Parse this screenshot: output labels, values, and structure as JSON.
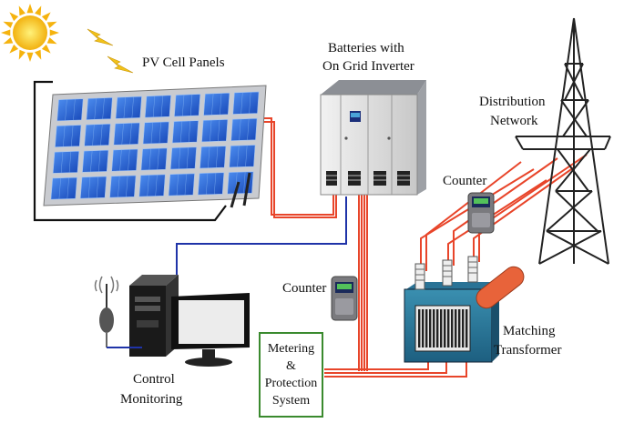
{
  "labels": {
    "pv_panels": "PV Cell Panels",
    "batteries_line1": "Batteries with",
    "batteries_line2": "On Grid Inverter",
    "distribution_line1": "Distribution",
    "distribution_line2": "Network",
    "counter_top": "Counter",
    "counter_mid": "Counter",
    "transformer_line1": "Matching",
    "transformer_line2": "Transformer",
    "control_line1": "Control",
    "control_line2": "Monitoring",
    "metering_line1": "Metering",
    "metering_line2": "&",
    "metering_line3": "Protection",
    "metering_line4": "System"
  },
  "colors": {
    "power_line": "#e8452a",
    "data_line": "#1f33a8",
    "box_border": "#3a8a2e",
    "panel_cell": "#1f5fd6",
    "sun": "#f6c21c"
  },
  "icons": [
    "sun-icon",
    "lightning-icon",
    "solar-panel-icon",
    "inverter-cabinet-icon",
    "transmission-tower-icon",
    "meter-icon",
    "transformer-icon",
    "computer-icon",
    "antenna-icon"
  ]
}
